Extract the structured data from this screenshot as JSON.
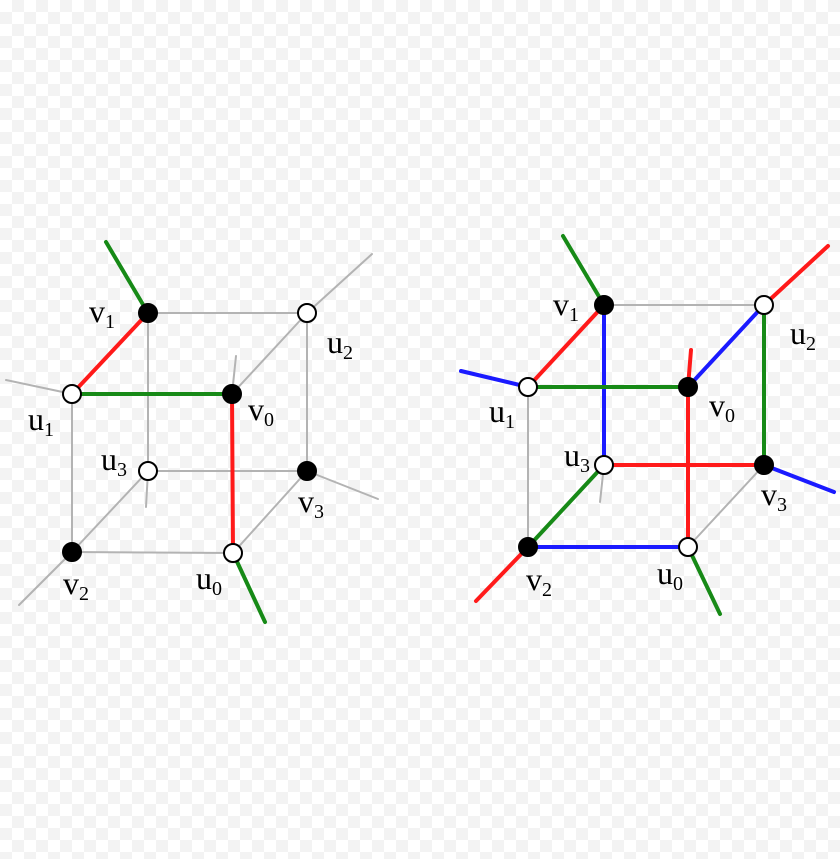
{
  "colors": {
    "gray": "#b3b3b3",
    "red": "#ff1a1a",
    "green": "#178a17",
    "blue": "#1a1aff",
    "black": "#000000",
    "white": "#ffffff"
  },
  "left_diagram": {
    "labels": {
      "v1": {
        "base": "v",
        "sub": "1"
      },
      "u2": {
        "base": "u",
        "sub": "2"
      },
      "u1": {
        "base": "u",
        "sub": "1"
      },
      "v0": {
        "base": "v",
        "sub": "0"
      },
      "u3": {
        "base": "u",
        "sub": "3"
      },
      "v3": {
        "base": "v",
        "sub": "3"
      },
      "v2": {
        "base": "v",
        "sub": "2"
      },
      "u0": {
        "base": "u",
        "sub": "0"
      }
    }
  },
  "right_diagram": {
    "labels": {
      "v1": {
        "base": "v",
        "sub": "1"
      },
      "u2": {
        "base": "u",
        "sub": "2"
      },
      "u1": {
        "base": "u",
        "sub": "1"
      },
      "v0": {
        "base": "v",
        "sub": "0"
      },
      "u3": {
        "base": "u",
        "sub": "3"
      },
      "v3": {
        "base": "v",
        "sub": "3"
      },
      "v2": {
        "base": "v",
        "sub": "2"
      },
      "u0": {
        "base": "u",
        "sub": "0"
      }
    }
  }
}
